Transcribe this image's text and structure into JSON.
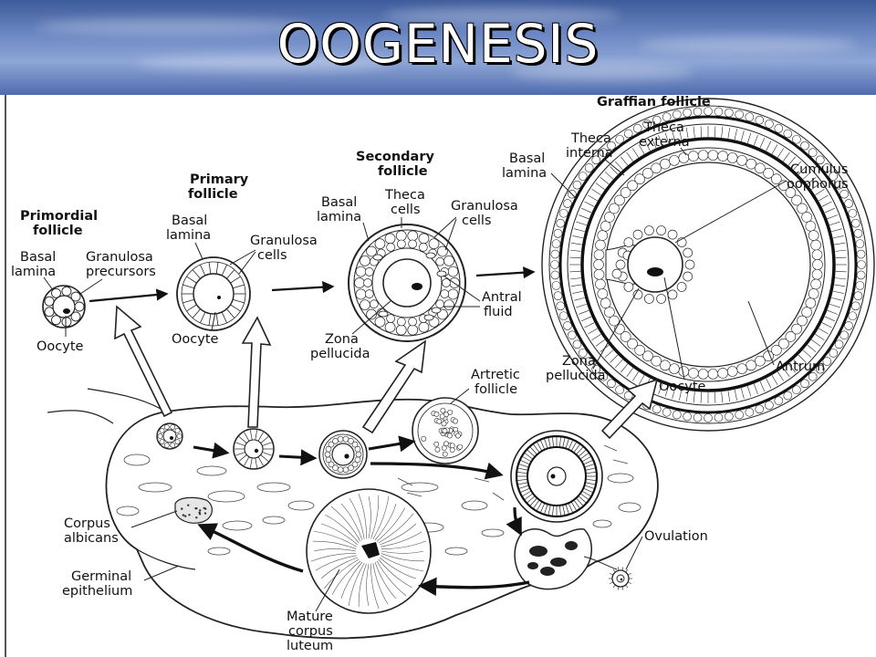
{
  "slide": {
    "title": "OOGENESIS",
    "colors": {
      "header_blue": "#4f6cae",
      "title_text": "#ffffff"
    }
  },
  "stages": {
    "primordial": {
      "title_line1": "Primordial",
      "title_line2": "follicle",
      "basal_lamina_1": "Basal",
      "basal_lamina_2": "lamina",
      "granulosa_1": "Granulosa",
      "granulosa_2": "precursors",
      "oocyte": "Oocyte"
    },
    "primary": {
      "title_line1": "Primary",
      "title_line2": "follicle",
      "basal_lamina_1": "Basal",
      "basal_lamina_2": "lamina",
      "granulosa_1": "Granulosa",
      "granulosa_2": "cells",
      "oocyte": "Oocyte"
    },
    "secondary": {
      "title_line1": "Secondary",
      "title_line2": "follicle",
      "basal_lamina_1": "Basal",
      "basal_lamina_2": "lamina",
      "theca_1": "Theca",
      "theca_2": "cells",
      "granulosa_1": "Granulosa",
      "granulosa_2": "cells",
      "antral_1": "Antral",
      "antral_2": "fluid",
      "zona_1": "Zona",
      "zona_2": "pellucida"
    },
    "graafian": {
      "title": "Graffian follicle",
      "theca_interna_1": "Theca",
      "theca_interna_2": "interna",
      "theca_externa_1": "Theca",
      "theca_externa_2": "externa",
      "basal_lamina_1": "Basal",
      "basal_lamina_2": "lamina",
      "cumulus_1": "Cumulus",
      "cumulus_2": "oophorus",
      "zona_1": "Zona",
      "zona_2": "pellucida",
      "oocyte": "Oocyte",
      "antrum": "Antrum"
    }
  },
  "ovary": {
    "atretic_1": "Artretic",
    "atretic_2": "follicle",
    "ovulation": "Ovulation",
    "albicans_1": "Corpus",
    "albicans_2": "albicans",
    "germinal_1": "Germinal",
    "germinal_2": "epithelium",
    "luteum_1": "Mature",
    "luteum_2": "corpus",
    "luteum_3": "luteum"
  }
}
